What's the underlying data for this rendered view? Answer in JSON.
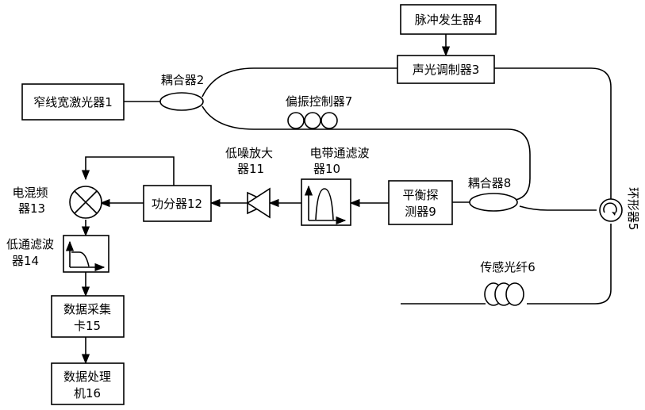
{
  "components": {
    "laser": "窄线宽激光器1",
    "coupler2": "耦合器2",
    "aom": "声光调制器3",
    "pulse_gen": "脉冲发生器4",
    "circulator": "环形器5",
    "sensing_fiber": "传感光纤6",
    "polarization_ctrl": "偏振控制器7",
    "coupler8": "耦合器8",
    "balanced_detector_l1": "平衡探",
    "balanced_detector_l2": "测器9",
    "bandpass_l1": "电带通滤波",
    "bandpass_l2": "器10",
    "lna_l1": "低噪放大",
    "lna_l2": "器11",
    "power_splitter": "功分器12",
    "mixer_l1": "电混频",
    "mixer_l2": "器13",
    "lowpass_l1": "低通滤波",
    "lowpass_l2": "器14",
    "daq_l1": "数据采集",
    "daq_l2": "卡15",
    "processor_l1": "数据处理",
    "processor_l2": "机16"
  }
}
